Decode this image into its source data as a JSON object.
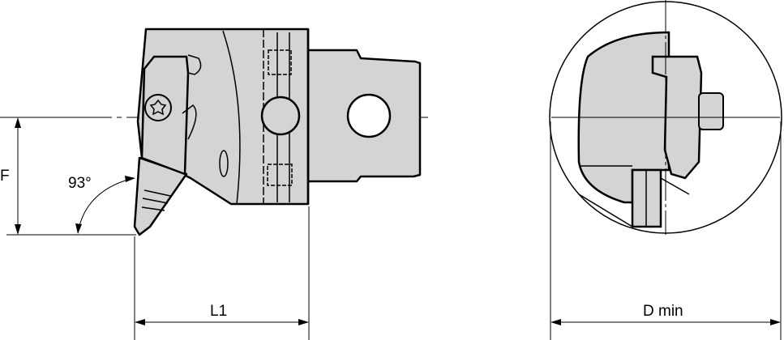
{
  "dimensions": {
    "f_label": "F",
    "angle_label": "93°",
    "l1_label": "L1",
    "dmin_label": "D min"
  },
  "colors": {
    "body_fill": "#d4d4d4",
    "line": "#000000"
  }
}
